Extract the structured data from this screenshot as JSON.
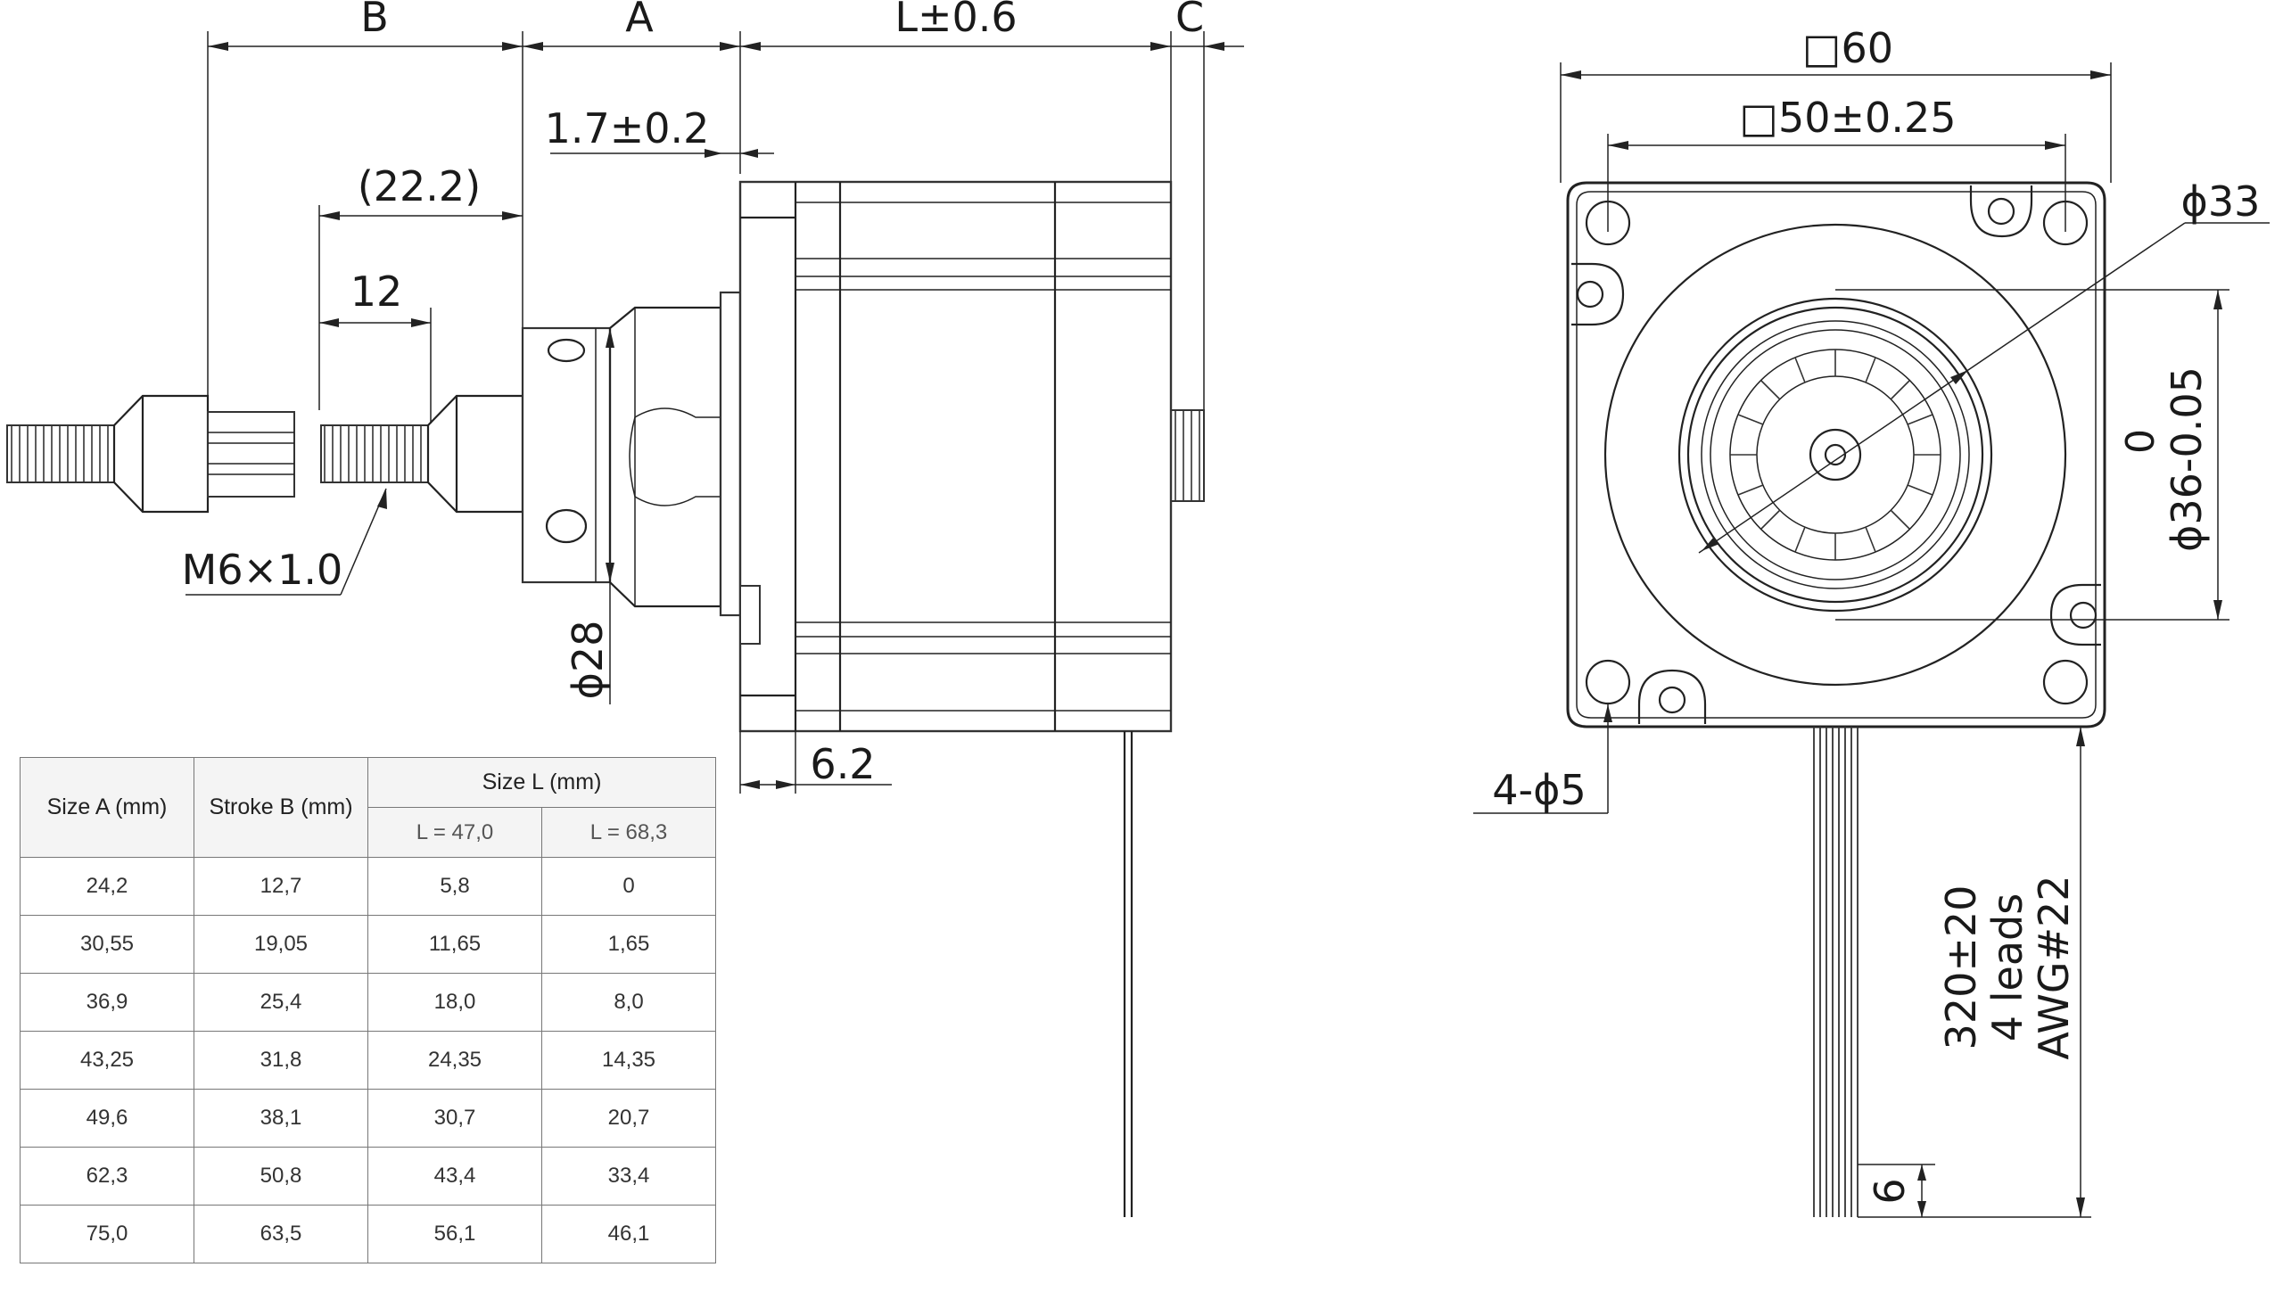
{
  "side_view": {
    "dim_B": "B",
    "dim_A": "A",
    "dim_L": "L±0.6",
    "dim_C": "C",
    "dim_flange": "1.7±0.2",
    "dim_nut_ref": "(22.2)",
    "dim_thread_len": "12",
    "thread_spec": "M6×1.0",
    "dim_boss_dia": "ϕ28",
    "dim_flange_thk": "6.2"
  },
  "front_view": {
    "dim_body": "□60",
    "dim_hole_pitch": "□50±0.25",
    "dim_bolt_circle": "ϕ33",
    "dim_pilot_tol": "0",
    "dim_pilot": "ϕ36-0.05",
    "dim_holes": "4-ϕ5",
    "lead_length": "320±20",
    "lead_count": "4 leads",
    "lead_gauge": "AWG#22",
    "dim_strip": "6"
  },
  "table": {
    "col_size_a": "Size A (mm)",
    "col_stroke_b": "Stroke B (mm)",
    "col_size_l": "Size L (mm)",
    "sub_l1": "L = 47,0",
    "sub_l2": "L = 68,3",
    "rows": [
      [
        "24,2",
        "12,7",
        "5,8",
        "0"
      ],
      [
        "30,55",
        "19,05",
        "11,65",
        "1,65"
      ],
      [
        "36,9",
        "25,4",
        "18,0",
        "8,0"
      ],
      [
        "43,25",
        "31,8",
        "24,35",
        "14,35"
      ],
      [
        "49,6",
        "38,1",
        "30,7",
        "20,7"
      ],
      [
        "62,3",
        "50,8",
        "43,4",
        "33,4"
      ],
      [
        "75,0",
        "63,5",
        "56,1",
        "46,1"
      ]
    ]
  }
}
